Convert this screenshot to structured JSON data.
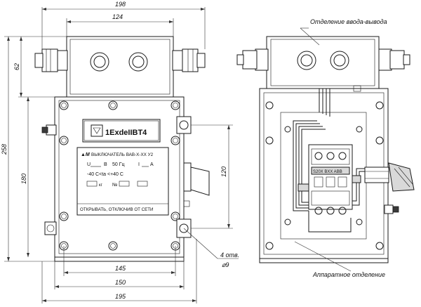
{
  "dimensions": {
    "top_overall": "198",
    "top_inner": "124",
    "left_overall": "258",
    "left_upper": "62",
    "left_lower": "180",
    "right_height": "120",
    "bottom_1": "145",
    "bottom_2": "150",
    "bottom_3": "195",
    "holes_count": "4 отв.",
    "holes_diameter": "⌀9"
  },
  "labels": {
    "io_compartment": "Отделение ввода-вывода",
    "apparatus_compartment": "Аппаратное отделение"
  },
  "nameplate": {
    "ex_marking": "1ExdeIIBT4",
    "title": "ВЫКЛЮЧАТЕЛЬ ВАВ-Х-ХХ У2",
    "voltage_label": "U",
    "voltage_unit": "В",
    "frequency": "50 Гц",
    "current_label": "I",
    "current_unit": "А",
    "temperature": "-40  С<ta <+40  С",
    "mass_unit": "кг",
    "number_label": "№",
    "warning": "ОТКРЫВАТЬ, ОТКЛЮЧИВ ОТ СЕТИ"
  },
  "breaker_label": "S20X BXX ABB"
}
